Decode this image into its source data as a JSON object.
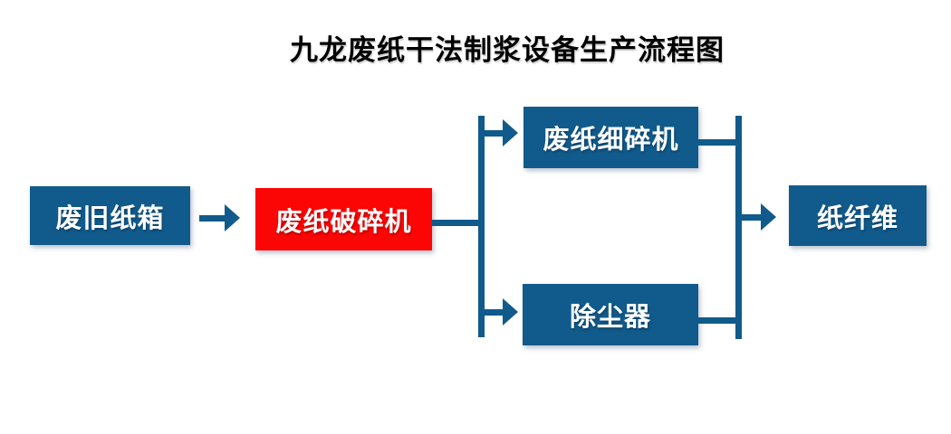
{
  "title": "九龙废纸干法制浆设备生产流程图",
  "colors": {
    "background": "#FFFFFF",
    "box_blue": "#115A8C",
    "box_red": "#FB0505",
    "connector_blue": "#115A8C",
    "title_text": "#000000",
    "box_text": "#FFFFFF"
  },
  "nodes": {
    "waste_cardboard": {
      "label": "废旧纸箱"
    },
    "paper_crusher": {
      "label": "废纸破碎机"
    },
    "fine_crusher": {
      "label": "废纸细碎机"
    },
    "dust_collector": {
      "label": "除尘器"
    },
    "paper_fiber": {
      "label": "纸纤维"
    }
  },
  "edges": [
    {
      "from": "废旧纸箱",
      "to": "废纸破碎机"
    },
    {
      "from": "废纸破碎机",
      "to": "废纸细碎机"
    },
    {
      "from": "废纸破碎机",
      "to": "除尘器"
    },
    {
      "from": "废纸细碎机",
      "to": "纸纤维"
    },
    {
      "from": "除尘器",
      "to": "纸纤维"
    }
  ]
}
